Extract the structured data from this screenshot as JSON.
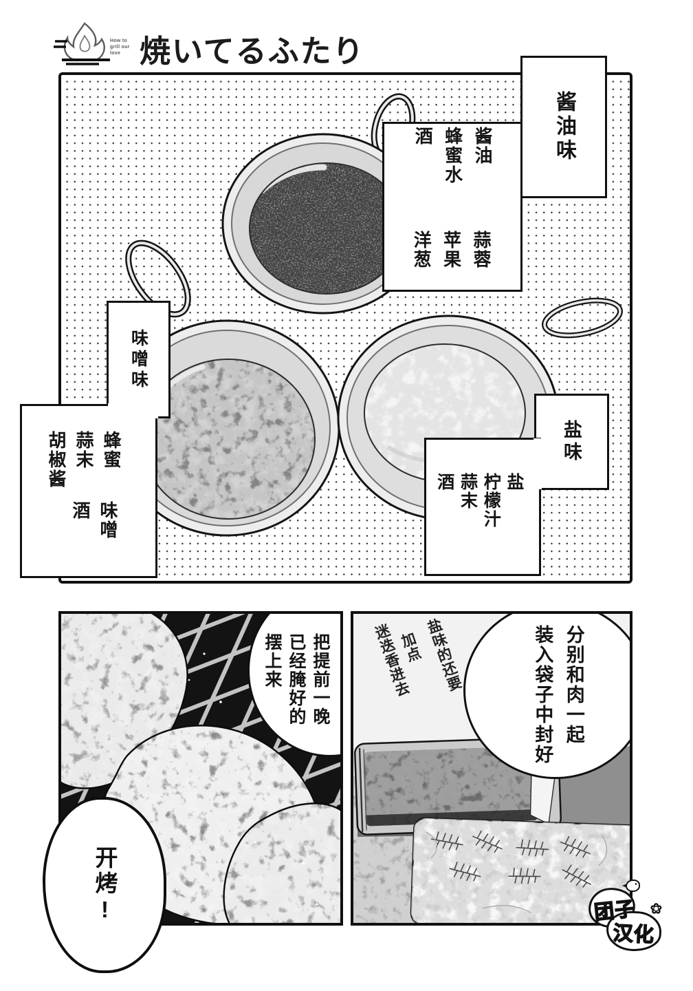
{
  "colors": {
    "ink": "#101010",
    "paper": "#ffffff",
    "dot_pattern": "#3f3f3f",
    "grill_dark": "#141414",
    "metal_gray": "#ededed"
  },
  "header": {
    "logo_icon": "flame-icon",
    "logo_text": "How to\ngrill our\nlove",
    "title": "焼いてるふたり"
  },
  "marinades": {
    "soy": {
      "label": "酱油味",
      "base": [
        "酱油",
        "蜂蜜水",
        "酒"
      ],
      "aromatics": [
        "蒜蓉",
        "苹果",
        "洋葱"
      ]
    },
    "miso": {
      "label": "味噌味",
      "base": [
        "蜂蜜",
        "蒜末",
        "胡椒酱"
      ],
      "extra": [
        "味噌",
        "酒"
      ]
    },
    "salt": {
      "label": "盐味",
      "items": [
        "盐",
        "柠檬汁",
        "蒜末",
        "酒"
      ]
    }
  },
  "grill_panel": {
    "bubble_cols": [
      "把提前一晚",
      "已经腌好的",
      "摆上来"
    ],
    "shout": "开烤!"
  },
  "bag_panel": {
    "bubble_cols": [
      "分别和肉一起",
      "装入袋子中封好"
    ],
    "note_cols": [
      "盐味的还要",
      "加点",
      "迷迭香进去"
    ]
  },
  "credit": {
    "line1": "团子",
    "line2": "汉化",
    "flower_glyph": "❀"
  }
}
